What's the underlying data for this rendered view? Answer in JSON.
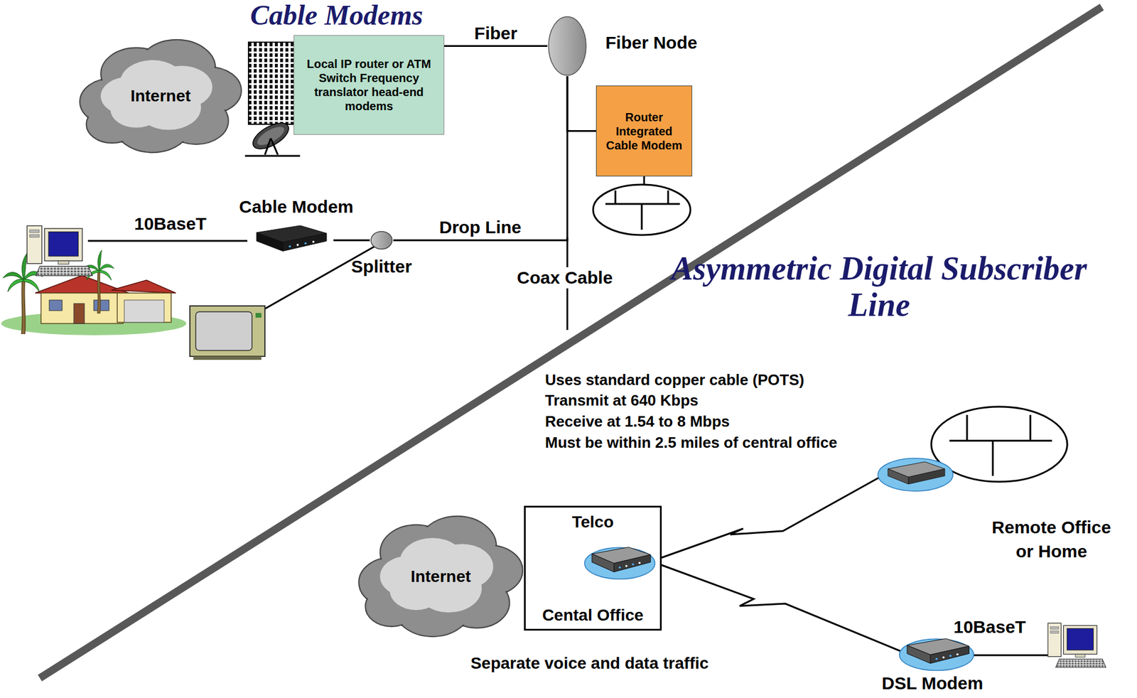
{
  "diagram": {
    "title": "Cable Modems",
    "nodes": [
      {
        "text": [
          "Internet"
        ]
      },
      {
        "text": [
          "Local IP router or ATM Switch Frequency translator head-end modems"
        ]
      },
      {
        "text": [
          "Fiber Node"
        ]
      },
      {
        "text": [
          "Router Integrated Cable Modem"
        ]
      },
      {
        "text": [
          "Cable Modem"
        ]
      },
      {
        "text": [
          "Splitter"
        ]
      },
      {
        "text": [
          "Internet"
        ]
      },
      {
        "text": [
          "Telco",
          "Cental Office"
        ]
      },
      {
        "text": [
          "DSL Modem"
        ]
      }
    ],
    "edges": [
      {
        "from": 1,
        "to": 2,
        "label": "Fiber",
        "arrow": "none"
      },
      {
        "from": 2,
        "to": 3,
        "arrow": "none"
      },
      {
        "from": 5,
        "to": 2,
        "label": "Drop Line",
        "arrow": "none"
      },
      {
        "from": 4,
        "to": 5,
        "arrow": "none"
      },
      {
        "from": 7,
        "to": 8,
        "arrow": "none"
      }
    ],
    "labels": [
      "Asymmetric Digital Subscriber Line",
      "Coax Cable",
      "10BaseT",
      "Uses standard copper cable (POTS)",
      "Transmit at 640 Kbps",
      "Receive at 1.54 to 8 Mbps",
      "Must be within 2.5 miles of central office",
      "Remote Office or Home",
      "10BaseT",
      "Separate voice and data traffic"
    ]
  }
}
